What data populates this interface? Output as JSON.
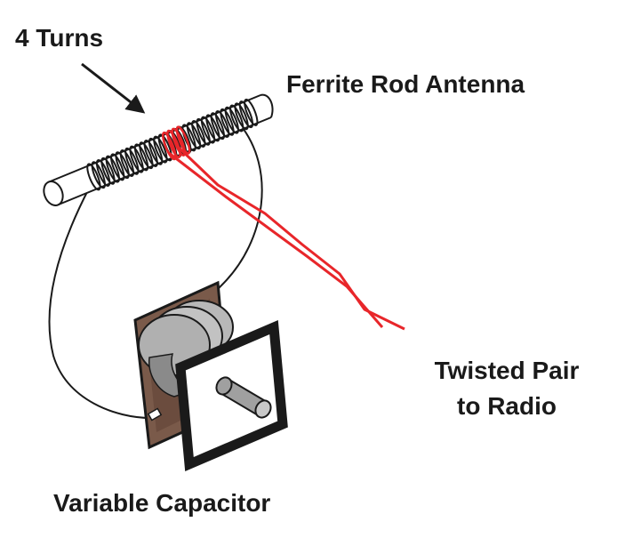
{
  "labels": {
    "turns": "4 Turns",
    "antenna": "Ferrite Rod Antenna",
    "twisted_pair_line1": "Twisted Pair",
    "twisted_pair_line2": "to Radio",
    "capacitor": "Variable Capacitor"
  },
  "colors": {
    "ink": "#1a1a1a",
    "twisted_pair": "#e8262a",
    "capacitor_body": "#7a5a4a",
    "capacitor_plates": "#b8b8b8",
    "shaft": "#a0a0a0"
  },
  "icons": {
    "rod": "ferrite-rod",
    "coil": "coil-winding",
    "capacitor": "variable-capacitor"
  }
}
